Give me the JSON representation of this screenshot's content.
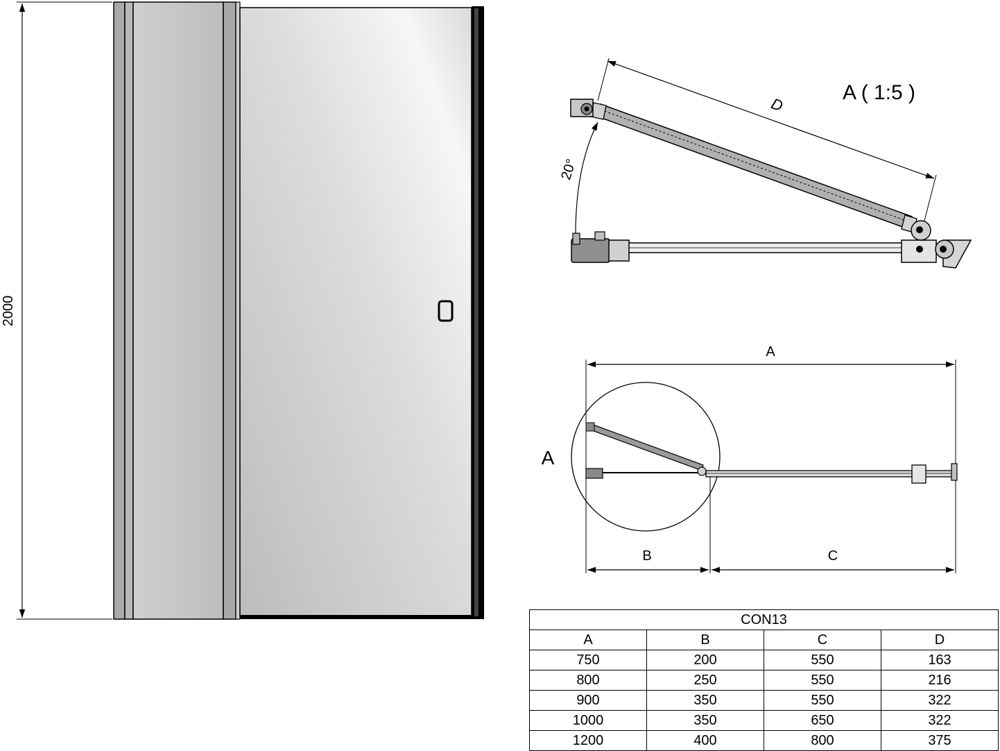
{
  "elevation": {
    "height_label": "2000"
  },
  "detail": {
    "title": "A ( 1:5 )",
    "dimension_label": "D",
    "angle_label": "20°"
  },
  "plan": {
    "overall_label": "A",
    "left_label": "B",
    "right_label": "C",
    "detail_marker": "A"
  },
  "table": {
    "model": "CON13",
    "headers": [
      "A",
      "B",
      "C",
      "D"
    ],
    "rows": [
      [
        "750",
        "200",
        "550",
        "163"
      ],
      [
        "800",
        "250",
        "550",
        "216"
      ],
      [
        "900",
        "350",
        "550",
        "322"
      ],
      [
        "1000",
        "350",
        "650",
        "322"
      ],
      [
        "1200",
        "400",
        "800",
        "375"
      ]
    ]
  },
  "colors": {
    "line": "#000000",
    "frame": "#a8a8a8",
    "glass_dark": "#c4c4c4",
    "glass_light": "#f4f4f4"
  }
}
